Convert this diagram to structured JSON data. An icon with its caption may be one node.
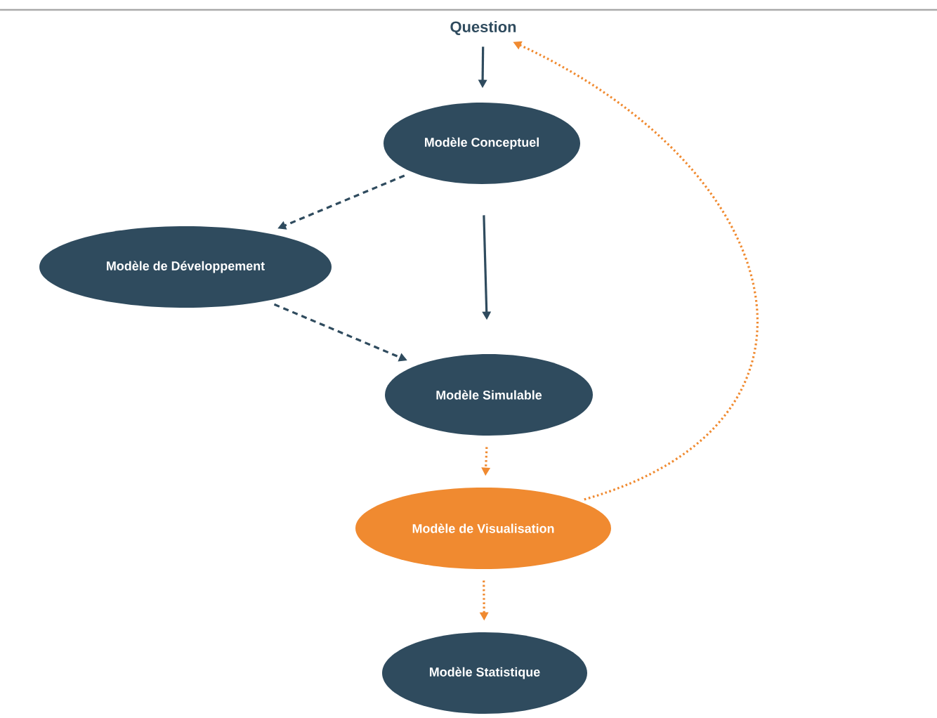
{
  "diagram": {
    "nodes": [
      {
        "text": [
          "Question"
        ]
      },
      {
        "text": [
          "Modèle Conceptuel"
        ]
      },
      {
        "text": [
          "Modèle de Développement"
        ]
      },
      {
        "text": [
          "Modèle Simulable"
        ]
      },
      {
        "text": [
          "Modèle de Visualisation"
        ]
      },
      {
        "text": [
          "Modèle Statistique"
        ]
      }
    ],
    "edges": [
      {
        "from": 0,
        "to": 1,
        "arrow": "to"
      },
      {
        "from": 1,
        "to": 2,
        "arrow": "to",
        "style": "dashed"
      },
      {
        "from": 1,
        "to": 3,
        "arrow": "to"
      },
      {
        "from": 2,
        "to": 3,
        "arrow": "to",
        "style": "dashed"
      },
      {
        "from": 3,
        "to": 4,
        "arrow": "to",
        "style": "dashed",
        "color": "#f08a30"
      },
      {
        "from": 4,
        "to": 5,
        "arrow": "to",
        "style": "dashed",
        "color": "#f08a30"
      },
      {
        "from": 4,
        "to": 0,
        "arrow": "to",
        "style": "dashed",
        "color": "#f08a30"
      }
    ]
  }
}
